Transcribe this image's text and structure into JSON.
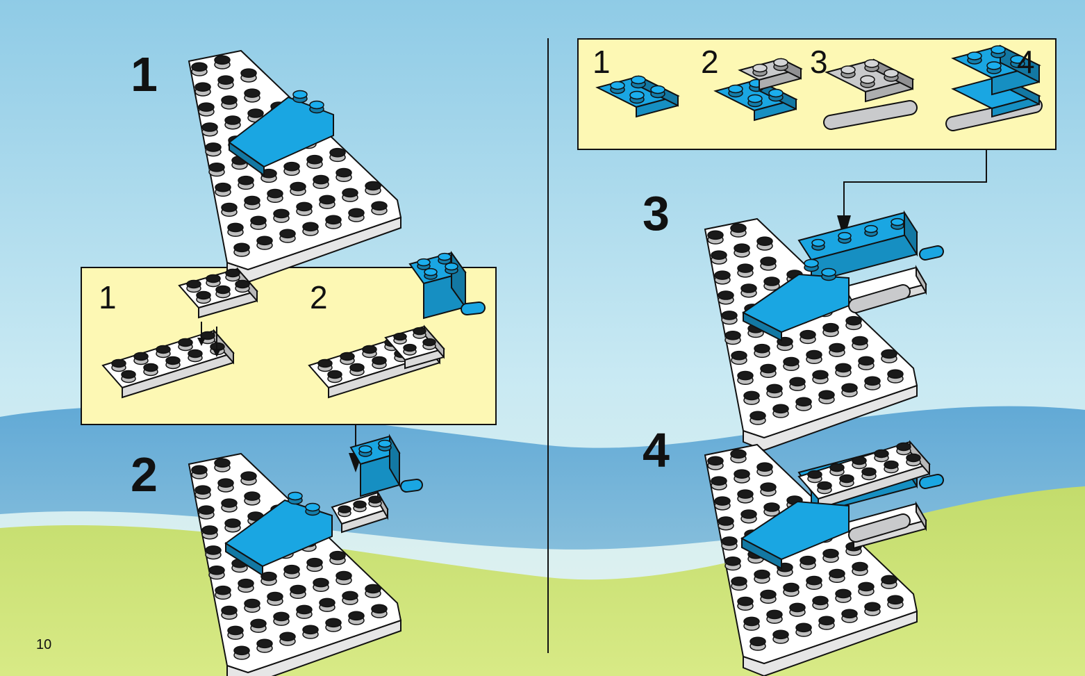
{
  "page_number": "10",
  "left_column": {
    "steps": [
      {
        "number": "1"
      },
      {
        "number": "2"
      }
    ],
    "subassembly": {
      "sub_steps": [
        {
          "number": "1"
        },
        {
          "number": "2"
        }
      ]
    }
  },
  "right_column": {
    "subassembly": {
      "sub_steps": [
        {
          "number": "1"
        },
        {
          "number": "2"
        },
        {
          "number": "3"
        },
        {
          "number": "4"
        }
      ]
    },
    "steps": [
      {
        "number": "3"
      },
      {
        "number": "4"
      }
    ]
  },
  "colors": {
    "sky_top": "#8fcbe6",
    "sky_mid": "#c8e9f3",
    "water": "#4f9ed1",
    "grass": "#c3dc6c",
    "callout_fill": "#fdf8b4",
    "brick_blue": "#1aa6e2",
    "brick_white": "#ffffff",
    "brick_grey": "#c9cacc",
    "outline": "#111111"
  }
}
